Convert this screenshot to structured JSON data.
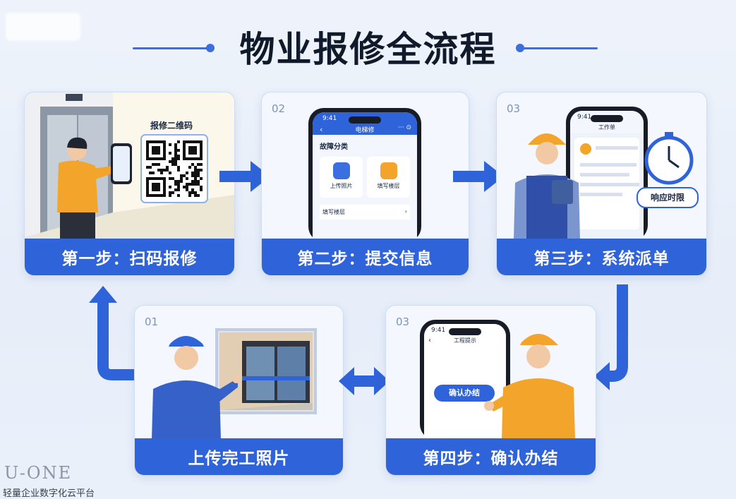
{
  "title": "物业报修全流程",
  "colors": {
    "accent": "#2f63d9",
    "worker": "#f2a42b",
    "bg": "#eef3fb"
  },
  "steps": {
    "s1": {
      "label": "第一步：扫码报修",
      "qr_label": "报修二维码"
    },
    "s2": {
      "num": "02",
      "label": "第二步：提交信息",
      "app_title": "电梯修",
      "time": "9:41",
      "section": "故障分类",
      "btn1": "上传照片",
      "btn2": "填写楼层",
      "row": "填写楼层"
    },
    "s3": {
      "num": "03",
      "label": "第三步：系统派单",
      "app_title": "工作单",
      "time": "9:41",
      "badge": "响应时限"
    },
    "s4": {
      "num": "03",
      "label": "第四步：确认办结",
      "app_title": "工程提示",
      "time": "9:41",
      "confirm": "确认办结"
    },
    "s5": {
      "num": "01",
      "label": "上传完工照片"
    }
  },
  "watermark": {
    "brand": "U-ONE",
    "sub": "轻量企业数字化云平台"
  }
}
